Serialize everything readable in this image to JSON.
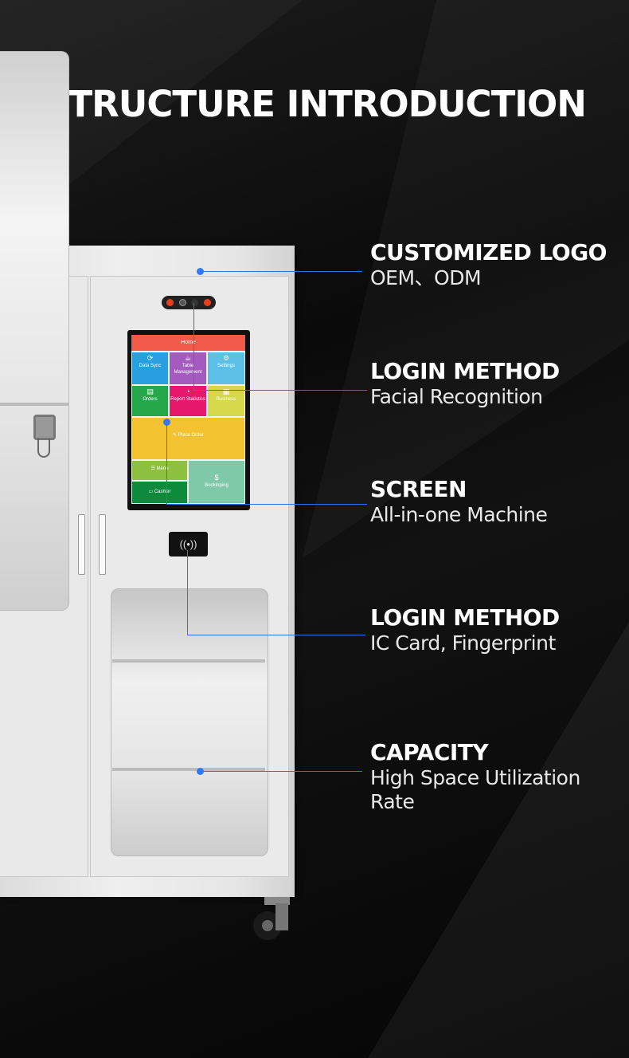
{
  "title": "STRUCTURE INTRODUCTION",
  "features": [
    {
      "title": "CUSTOMIZED LOGO",
      "subtitle": "OEM、ODM"
    },
    {
      "title": "LOGIN METHOD",
      "subtitle": "Facial Recognition"
    },
    {
      "title": "SCREEN",
      "subtitle": "All-in-one Machine"
    },
    {
      "title": "LOGIN METHOD",
      "subtitle": "IC Card, Fingerprint"
    },
    {
      "title": "CAPACITY",
      "subtitle": "High Space Utilization Rate"
    }
  ],
  "screen_ui": {
    "header": "Home",
    "tiles": [
      {
        "label": "Data Sync",
        "icon": "sync-icon",
        "color": "#2a9fe0"
      },
      {
        "label": "Table Management",
        "icon": "table-icon",
        "color": "#a35bbf"
      },
      {
        "label": "Settings",
        "icon": "gear-icon",
        "color": "#5cc0e6"
      },
      {
        "label": "Orders",
        "icon": "orders-icon",
        "color": "#26a84a"
      },
      {
        "label": "Report Statistics",
        "icon": "chart-icon",
        "color": "#e5186b"
      },
      {
        "label": "Business",
        "icon": "business-icon",
        "color": "#d6d84b"
      },
      {
        "label": "Place Order",
        "icon": "order-icon",
        "color": "#f2c230"
      },
      {
        "label": "Menu",
        "icon": "menu-icon",
        "color": "#8ec13f"
      },
      {
        "label": "Bookinping",
        "icon": "booking-icon",
        "color": "#7fc9a8"
      },
      {
        "label": "Cashier",
        "icon": "cashier-icon",
        "color": "#0e8a3c"
      }
    ]
  },
  "card_reader": {
    "icon": "nfc-icon",
    "glyph": "((•))"
  },
  "colors": {
    "accent": "#2f7af6",
    "background": "#0a0a0a",
    "screen_header": "#f05a4a"
  }
}
